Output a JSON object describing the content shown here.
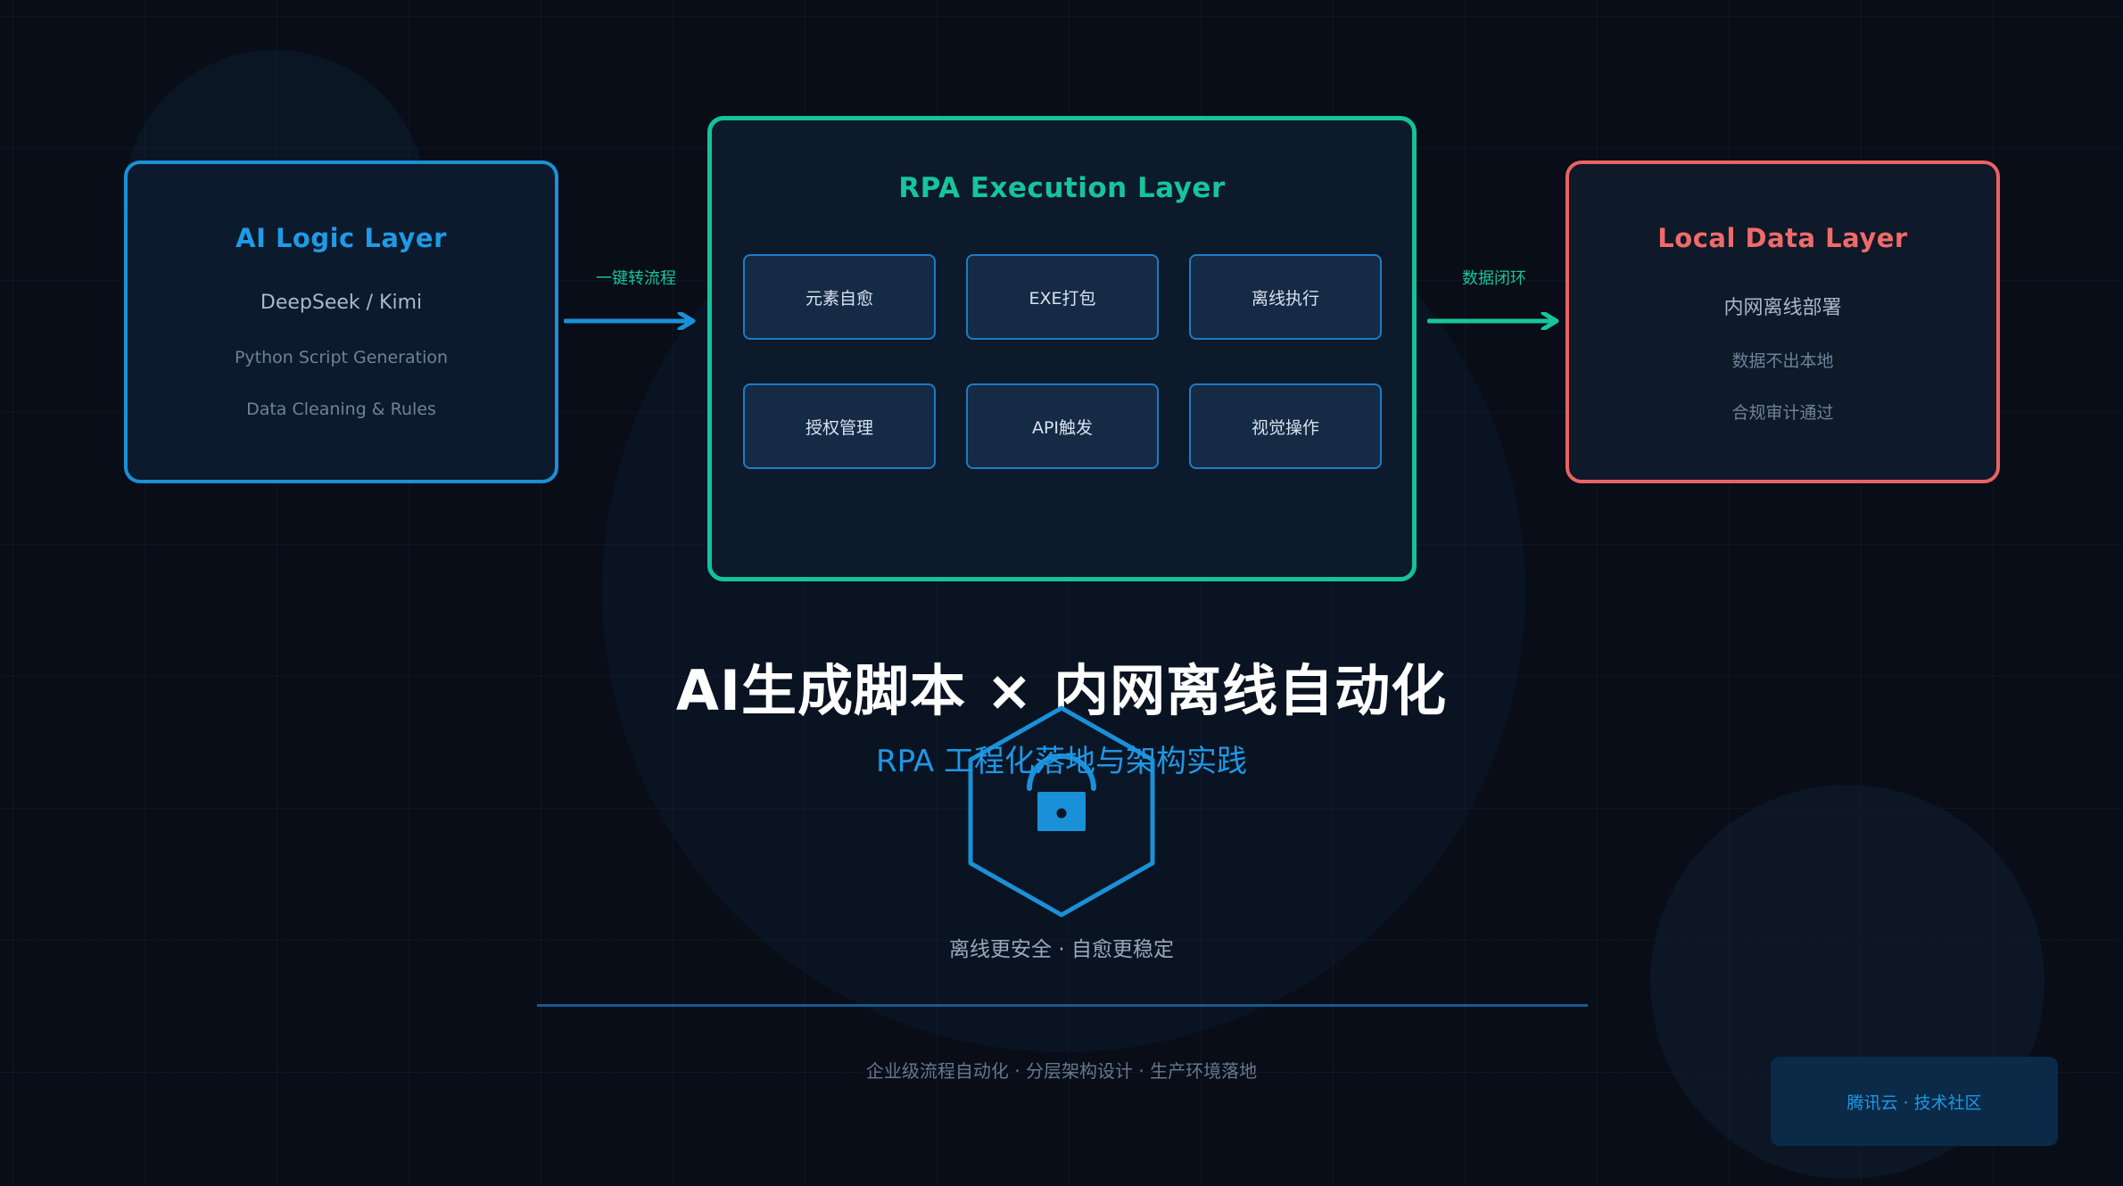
{
  "colors": {
    "background": "#080d17",
    "ai_accent": "#1f9ae6",
    "rpa_accent": "#17c49c",
    "local_accent": "#f06a6a",
    "chip_border": "#1c7cc6",
    "headline": "#ffffff",
    "subheadline": "#1f97e6"
  },
  "ai_layer": {
    "title": "AI Logic Layer",
    "line1": "DeepSeek / Kimi",
    "line2": "Python Script Generation",
    "line3": "Data Cleaning & Rules"
  },
  "rpa_layer": {
    "title": "RPA Execution Layer",
    "chips": [
      "元素自愈",
      "EXE打包",
      "离线执行",
      "授权管理",
      "API触发",
      "视觉操作"
    ]
  },
  "local_layer": {
    "title": "Local Data Layer",
    "line1": "内网离线部署",
    "line2": "数据不出本地",
    "line3": "合规审计通过"
  },
  "arrows": {
    "left_label": "一键转流程",
    "right_label": "数据闭环"
  },
  "headline": "AI生成脚本 × 内网离线自动化",
  "subheadline": "RPA 工程化落地与架构实践",
  "lock": {
    "icon": "lock-icon",
    "caption": "离线更安全 · 自愈更稳定"
  },
  "footer": "企业级流程自动化 · 分层架构设计 · 生产环境落地",
  "badge": "腾讯云 · 技术社区"
}
